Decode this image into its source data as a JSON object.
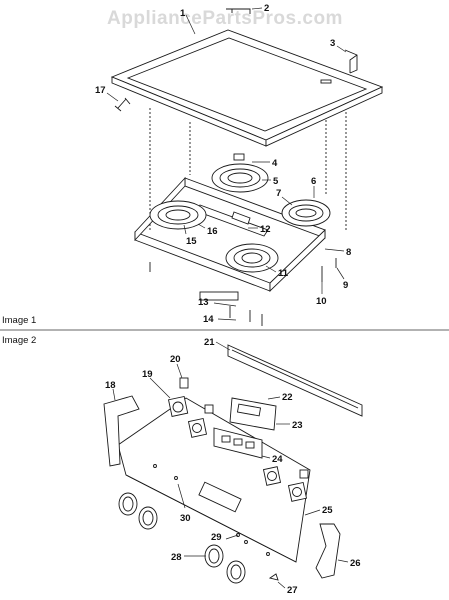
{
  "watermark": "AppliancePartsPros.com",
  "sections": [
    {
      "label": "Image 1"
    },
    {
      "label": "Image 2"
    }
  ],
  "callouts": {
    "p1": "1",
    "p2": "2",
    "p3": "3",
    "p4": "4",
    "p5": "5",
    "p6": "6",
    "p7": "7",
    "p8": "8",
    "p9": "9",
    "p10": "10",
    "p11": "11",
    "p12": "12",
    "p13": "13",
    "p14": "14",
    "p15": "15",
    "p16": "16",
    "p17": "17",
    "p18": "18",
    "p19": "19",
    "p20": "20",
    "p21": "21",
    "p22": "22",
    "p23": "23",
    "p24": "24",
    "p25": "25",
    "p26": "26",
    "p27": "27",
    "p28": "28",
    "p29": "29",
    "p30": "30"
  }
}
